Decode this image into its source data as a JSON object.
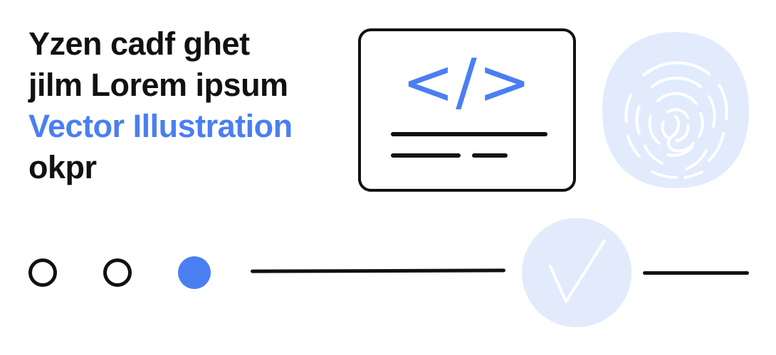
{
  "headline": {
    "line1": "Yzen cadf ghet",
    "line2": "jilm Lorem ipsum",
    "highlight": "Vector Illustration",
    "line4": "okpr"
  },
  "code_card": {
    "glyph": "</>"
  },
  "progress": {
    "steps_total": 3,
    "active_step": 3
  },
  "icons": {
    "code": "code-brackets-icon",
    "fingerprint": "fingerprint-icon",
    "check": "checkmark-icon"
  },
  "colors": {
    "accent": "#4a7ff2",
    "accent_light": "#e1ebfc",
    "ink": "#111111",
    "background": "#ffffff"
  }
}
